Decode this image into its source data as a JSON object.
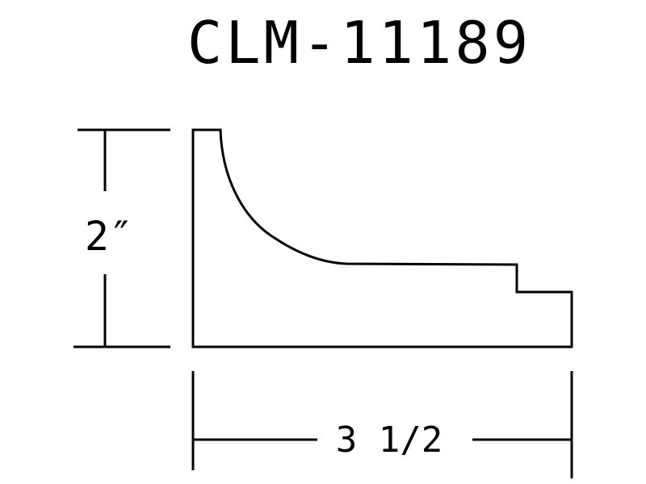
{
  "title": "CLM-11189",
  "height_label": "2″",
  "width_label": "3 1/2",
  "colors": {
    "line": "#000000",
    "background": "#ffffff"
  }
}
